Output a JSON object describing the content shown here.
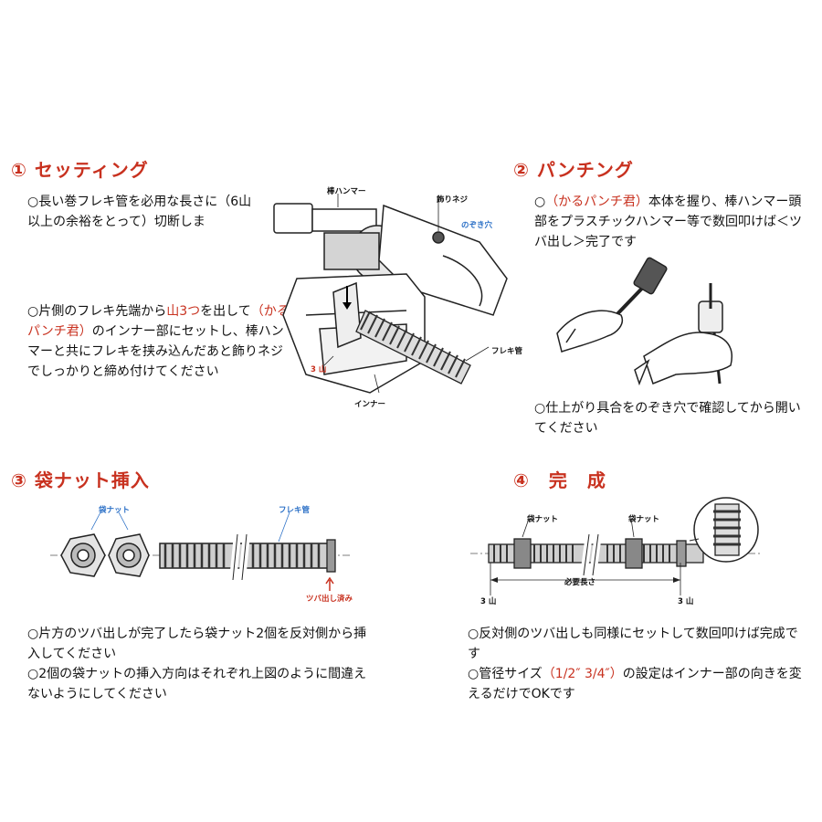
{
  "s1": {
    "title": "① セッティング",
    "p1": "○長い巻フレキ管を必用な長さに（6山以上の余裕をとって）切断しま",
    "p2a": "○片側のフレキ先端から",
    "p2b": "山3つ",
    "p2c": "を出して",
    "p2d": "（かるパンチ君）",
    "p2e": "のインナー部にセットし、棒ハンマーと共にフレキを挟み込んだあと飾りネジでしっかりと締め付けてください",
    "labels": {
      "hammer": "棒ハンマー",
      "screw": "飾りネジ",
      "window": "のぞき穴",
      "pipe": "フレキ管",
      "threads": "3 山",
      "inner": "インナー"
    }
  },
  "s2": {
    "title": "② パンチング",
    "p1a": "○",
    "p1b": "（かるパンチ君）",
    "p1c": "本体を握り、棒ハンマー頭部をプラスチックハンマー等で数回叩けば＜ツバ出し＞完了です",
    "p2": "○仕上がり具合をのぞき穴で確認してから開いてください"
  },
  "s3": {
    "title": "③ 袋ナット挿入",
    "labels": {
      "nut": "袋ナット",
      "pipe": "フレキ管",
      "flare": "ツバ出し済み"
    },
    "p1": "○片方のツバ出しが完了したら袋ナット2個を反対側から挿入してください",
    "p2": "○2個の袋ナットの挿入方向はそれぞれ上図のように間違えないようにしてください"
  },
  "s4": {
    "title": "④　完　成",
    "labels": {
      "nut_left": "袋ナット",
      "nut_right": "袋ナット",
      "length": "必要長さ",
      "threads_left": "3 山",
      "threads_right": "3 山"
    },
    "p1": "○反対側のツバ出しも同様にセットして数回叩けば完成です",
    "p2a": "○管径サイズ",
    "p2b": "（1/2″ 3/4″）",
    "p2c": "の設定はインナー部の向きを変えるだけでOKです"
  },
  "colors": {
    "accent": "#c8311f",
    "label_blue": "#2a6fc6"
  }
}
